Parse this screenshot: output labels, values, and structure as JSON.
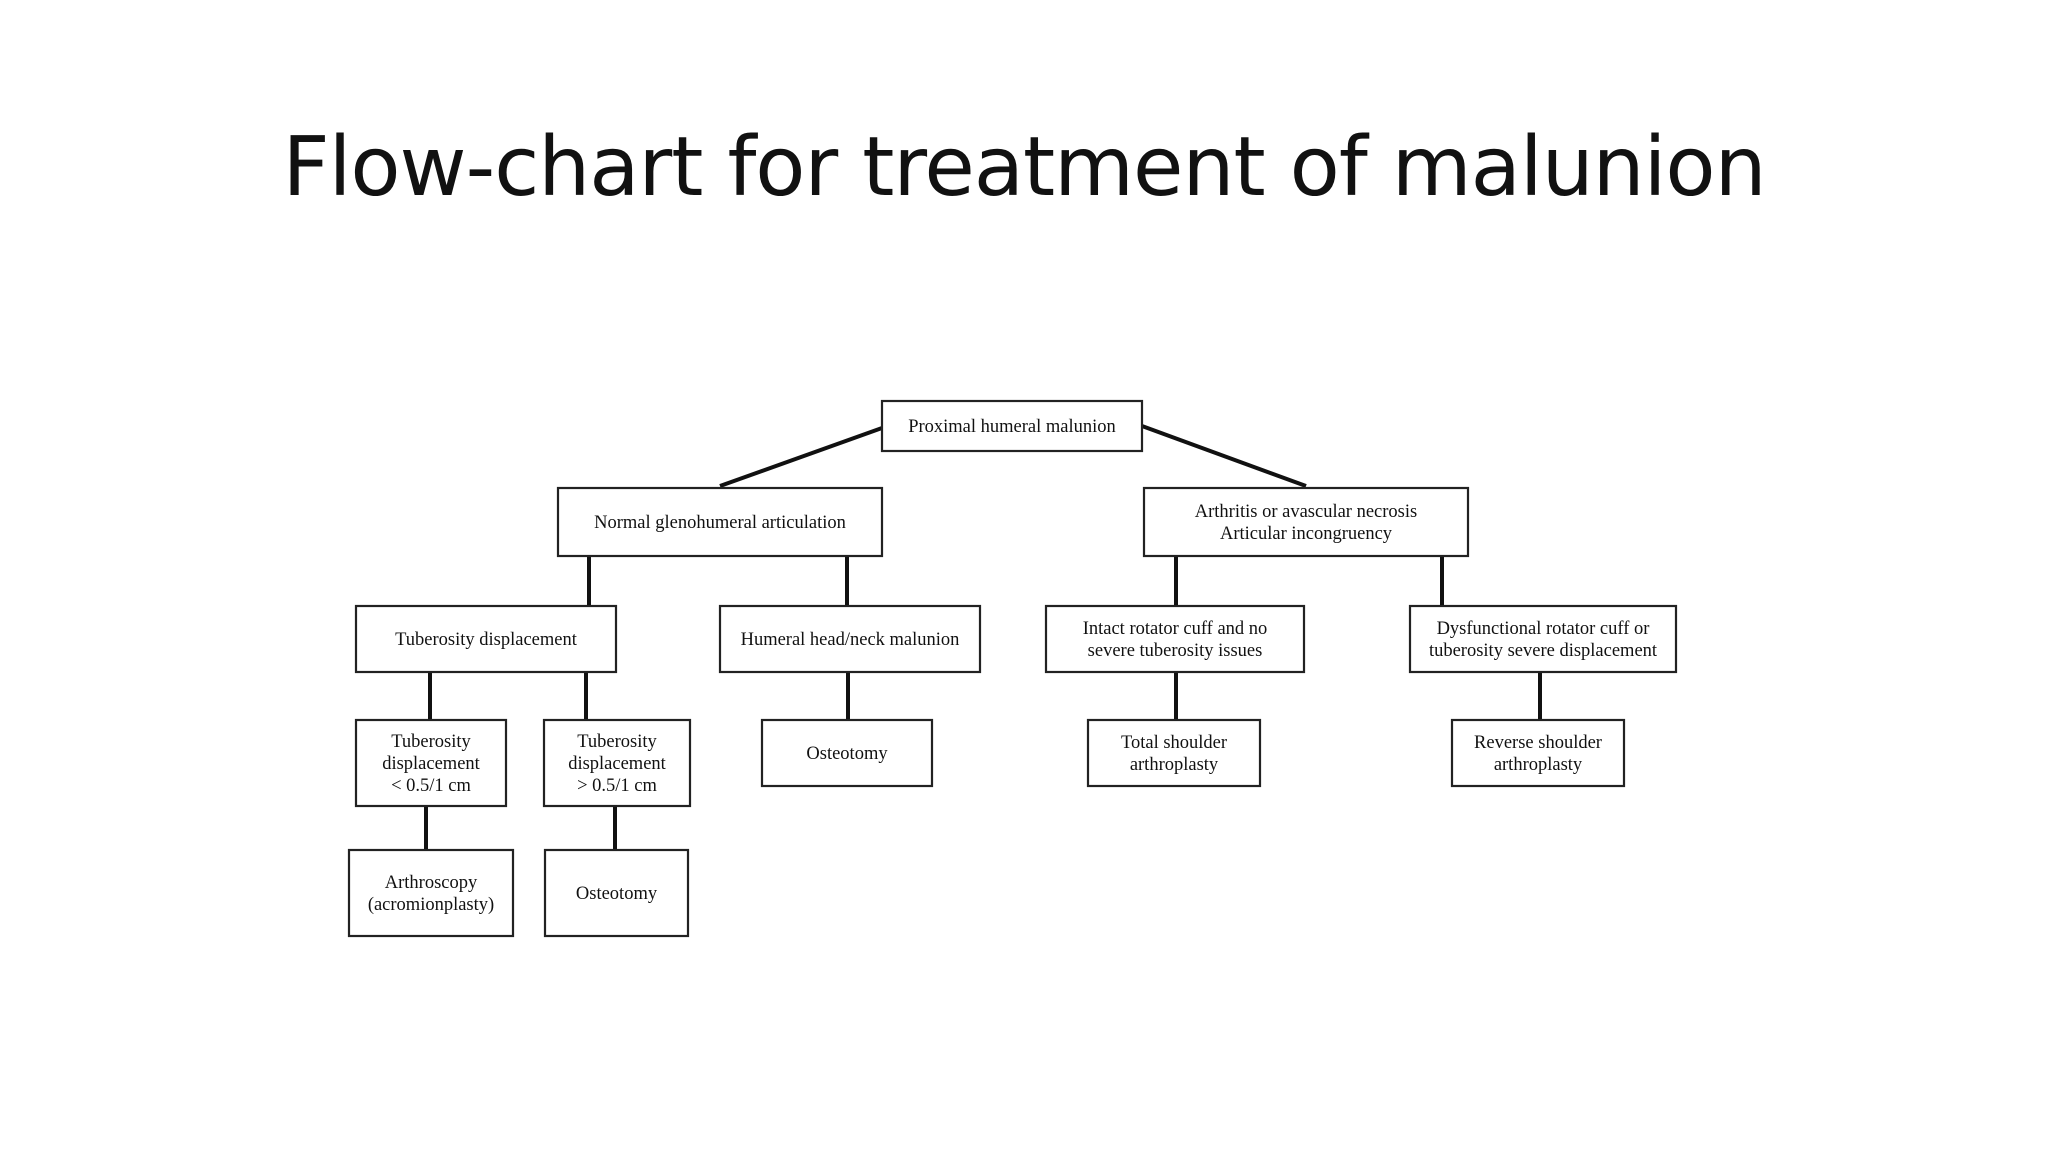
{
  "slide": {
    "title": "Flow-chart for treatment of malunion"
  },
  "diagram": {
    "nodes": {
      "root": {
        "lines": [
          "Proximal humeral malunion"
        ]
      },
      "normal_gh": {
        "lines": [
          "Normal glenohumeral articulation"
        ]
      },
      "arthritis": {
        "lines": [
          "Arthritis or avascular necrosis",
          "Articular incongruency"
        ]
      },
      "tuberosity_disp": {
        "lines": [
          "Tuberosity displacement"
        ]
      },
      "head_neck": {
        "lines": [
          "Humeral head/neck malunion"
        ]
      },
      "intact_cuff": {
        "lines": [
          "Intact rotator cuff and no",
          "severe tuberosity issues"
        ]
      },
      "dysfunctional_cuff": {
        "lines": [
          "Dysfunctional rotator cuff or",
          "tuberosity severe displacement"
        ]
      },
      "tub_small": {
        "lines": [
          "Tuberosity",
          "displacement",
          "< 0.5/1 cm"
        ]
      },
      "tub_large": {
        "lines": [
          "Tuberosity",
          "displacement",
          "> 0.5/1 cm"
        ]
      },
      "osteotomy_head": {
        "lines": [
          "Osteotomy"
        ]
      },
      "tsa": {
        "lines": [
          "Total shoulder",
          "arthroplasty"
        ]
      },
      "rsa": {
        "lines": [
          "Reverse shoulder",
          "arthroplasty"
        ]
      },
      "arthroscopy": {
        "lines": [
          "Arthroscopy",
          "(acromionplasty)"
        ]
      },
      "osteotomy_tub": {
        "lines": [
          "Osteotomy"
        ]
      }
    }
  }
}
